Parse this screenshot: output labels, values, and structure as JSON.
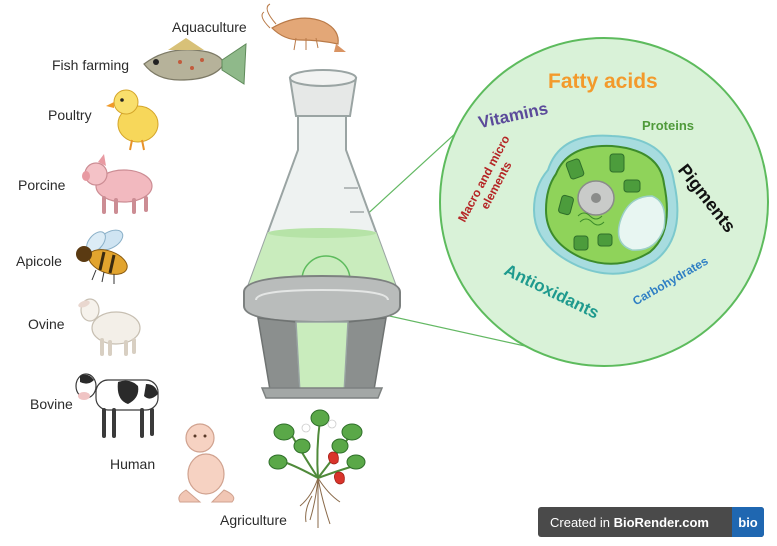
{
  "applications": {
    "aquaculture": "Aquaculture",
    "fish_farming": "Fish farming",
    "poultry": "Poultry",
    "porcine": "Porcine",
    "apicole": "Apicole",
    "ovine": "Ovine",
    "bovine": "Bovine",
    "human": "Human",
    "agriculture": "Agriculture"
  },
  "nutrients": {
    "fatty_acids": "Fatty acids",
    "vitamins": "Vitamins",
    "proteins": "Proteins",
    "pigments": "Pigments",
    "macro_micro_line1": "Macro and micro",
    "macro_micro_line2": "elements",
    "antioxidants": "Antioxidants",
    "carbohydrates": "Carbohydrates"
  },
  "colors": {
    "fatty_acids": "#f39a2b",
    "vitamins": "#5b4a9a",
    "proteins": "#4f9a3a",
    "pigments": "#111111",
    "macro_micro": "#b52525",
    "antioxidants": "#1f9a8e",
    "carbohydrates": "#2f7fc4",
    "circle_fill": "#d9f2d8",
    "circle_stroke": "#5dbb5d"
  },
  "badge": {
    "prefix": "Created in ",
    "brand": "BioRender.com",
    "logo": "bio"
  }
}
